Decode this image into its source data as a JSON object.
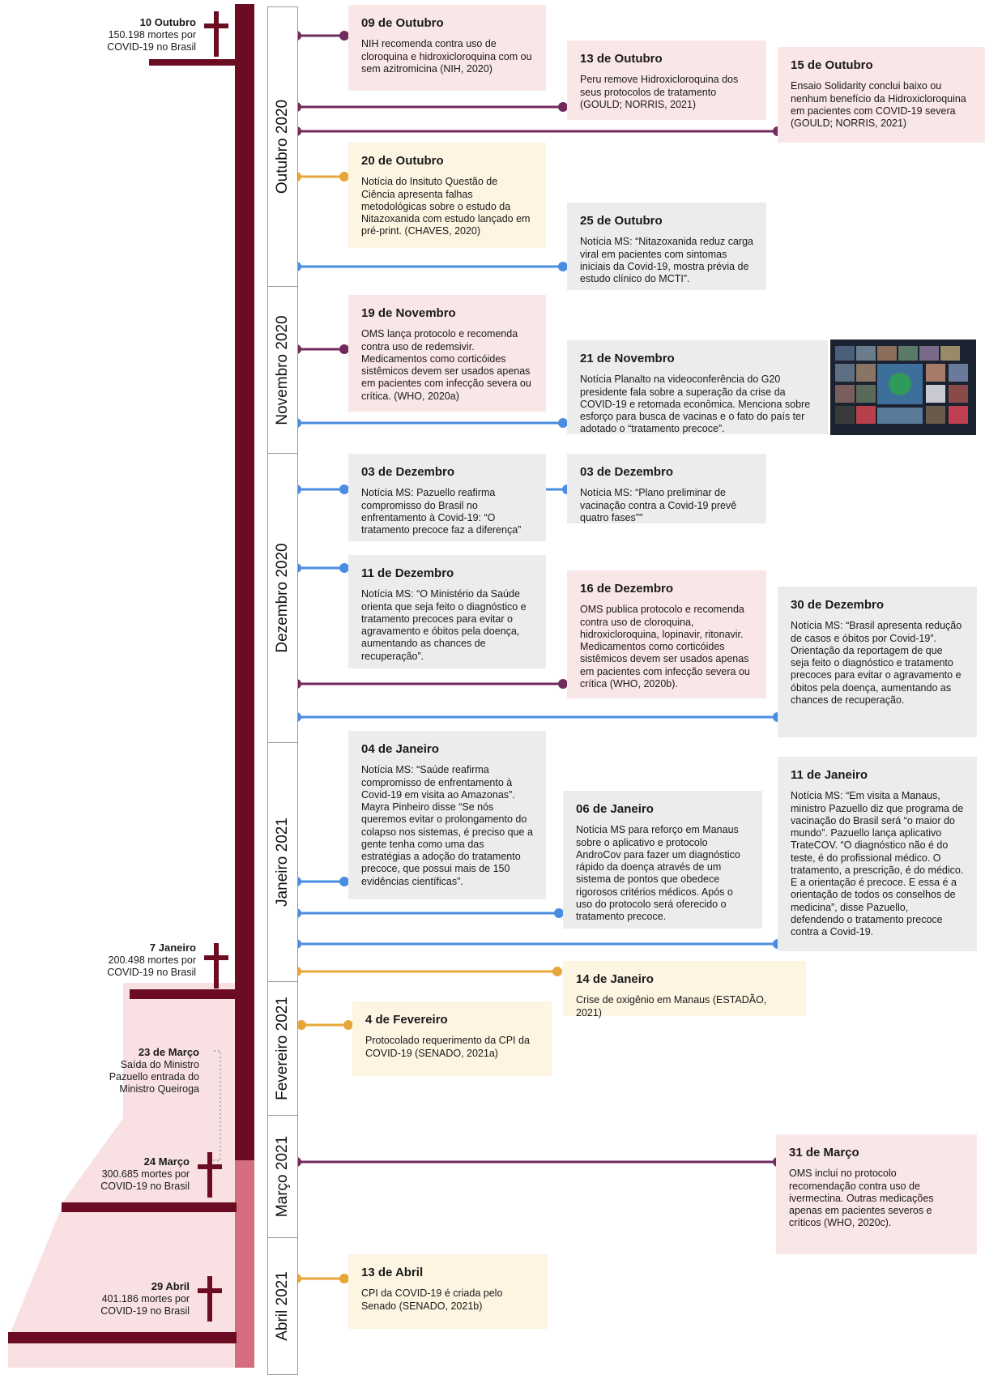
{
  "colors": {
    "maroon": "#6b0c22",
    "pink_band": "#f9e1e3",
    "rose": "#d46e7e",
    "purple": "#722a5d",
    "orange": "#e8a53a",
    "blue": "#4a8de0",
    "card_pink": "#f9e6e7",
    "card_gray": "#ececec",
    "card_yellow": "#fdf4e1"
  },
  "months": [
    "Outubro 2020",
    "Novembro 2020",
    "Dezembro 2020",
    "Janeiro 2021",
    "Fevereiro 2021",
    "Março 2021",
    "Abril 2021"
  ],
  "deaths": [
    {
      "date": "10 Outubro",
      "count": "150.198 mortes por",
      "place": "COVID-19 no Brasil"
    },
    {
      "date": "7 Janeiro",
      "count": "200.498 mortes por",
      "place": "COVID-19 no Brasil"
    },
    {
      "date": "24 Março",
      "count": "300.685 mortes por",
      "place": "COVID-19 no Brasil"
    },
    {
      "date": "29 Abril",
      "count": "401.186 mortes por",
      "place": "COVID-19 no Brasil"
    }
  ],
  "minister_change": {
    "date": "23 de Março",
    "line1": "Saída do Ministro",
    "line2": "Pazuello entrada do",
    "line3": "Ministro Queiroga"
  },
  "events": [
    {
      "title": "09 de Outubro",
      "text": "NIH recomenda contra uso de cloroquina e hidroxicloroquina com ou sem azitromicina (NIH, 2020)"
    },
    {
      "title": "13 de Outubro",
      "text": "Peru remove Hidroxicloroquina dos seus protocolos de tratamento (GOULD; NORRIS, 2021)"
    },
    {
      "title": "15 de Outubro",
      "text": "Ensaio Solidarity conclui baixo ou nenhum benefício da Hidroxicloroquina em pacientes com COVID-19 severa (GOULD; NORRIS, 2021)"
    },
    {
      "title": "20 de Outubro",
      "text": "Notícia do Insituto Questão de Ciência apresenta falhas metodológicas sobre o estudo da Nitazoxanida com estudo lançado em pré-print. (CHAVES, 2020)"
    },
    {
      "title": "25 de Outubro",
      "text": "Notícia MS: “Nitazoxanida reduz carga viral em pacientes com sintomas iniciais da Covid-19, mostra prévia de estudo clínico do MCTI”."
    },
    {
      "title": "19 de Novembro",
      "text": "OMS lança protocolo e recomenda contra uso de redemsivir. Medicamentos como corticóides sistêmicos devem ser usados apenas em pacientes com infecção severa ou crítica. (WHO, 2020a)"
    },
    {
      "title": "21 de Novembro",
      "text": "Notícia Planalto na videoconferência do G20 presidente fala sobre a superação da crise da COVID-19 e retomada econômica. Menciona sobre esforço para busca de vacinas e o fato do país ter adotado o “tratamento precoce”."
    },
    {
      "title": "03 de Dezembro",
      "text": "Notícia MS: Pazuello reafirma compromisso do Brasil no enfrentamento à Covid-19: “O tratamento precoce faz a diferença”"
    },
    {
      "title": "03 de Dezembro",
      "text": "Notícia MS: “Plano preliminar de vacinação contra a Covid-19 prevê quatro fases”\""
    },
    {
      "title": "11 de Dezembro",
      "text": "Notícia MS: “O Ministério da Saúde orienta que seja feito o diagnóstico e tratamento precoces para evitar o agravamento e óbitos pela doença, aumentando as chances de recuperação”."
    },
    {
      "title": "16 de Dezembro",
      "text": "OMS publica protocolo e recomenda contra uso de cloroquina, hidroxicloroquina, lopinavir, ritonavir. Medicamentos como corticóides sistêmicos devem ser usados apenas em pacientes com infecção severa ou crítica (WHO, 2020b)."
    },
    {
      "title": "30 de Dezembro",
      "text": "Notícia MS: “Brasil apresenta redução de casos e óbitos por Covid-19”. Orientação da reportagem de que seja feito o diagnóstico e tratamento precoces para evitar o agravamento e óbitos pela doença, aumentando as chances de recuperação."
    },
    {
      "title": "04 de Janeiro",
      "text": "Notícia MS: “Saúde reafirma compromisso de enfrentamento à Covid-19 em visita ao Amazonas”. Mayra Pinheiro disse “Se nós queremos evitar o prolongamento do colapso nos sistemas, é preciso que a gente tenha como uma das estratégias a adoção do tratamento precoce, que possui mais de 150 evidências científicas”."
    },
    {
      "title": "06 de Janeiro",
      "text": "Notícia MS para reforço em Manaus sobre o aplicativo e protocolo AndroCov para fazer um diagnóstico rápido da doença através de um sistema de pontos que obedece rigorosos critérios médicos. Após o uso do protocolo será oferecido o tratamento precoce."
    },
    {
      "title": "11 de Janeiro",
      "text": "Notícia MS: “Em visita a Manaus, ministro Pazuello diz que programa de vacinação do Brasil será “o maior do mundo”. Pazuello lança aplicativo TrateCOV. “O diagnóstico não é do teste, é do profissional médico. O tratamento, a prescrição, é do médico. E a orientação é precoce. E essa é a orientação de todos os conselhos de medicina”, disse Pazuello, defendendo o tratamento precoce contra a Covid-19."
    },
    {
      "title": "14 de Janeiro",
      "text": "Crise de oxigênio em Manaus (ESTADÃO, 2021)"
    },
    {
      "title": "4 de Fevereiro",
      "text": "Protocolado requerimento da CPI da COVID-19 (SENADO, 2021a)"
    },
    {
      "title": "31 de Março",
      "text": "OMS inclui no protocolo recomendação contra uso de ivermectina. Outras medicações apenas em pacientes severos e críticos (WHO, 2020c)."
    },
    {
      "title": "13 de Abril",
      "text": "CPI da COVID-19 é criada pelo Senado (SENADO, 2021b)"
    }
  ]
}
